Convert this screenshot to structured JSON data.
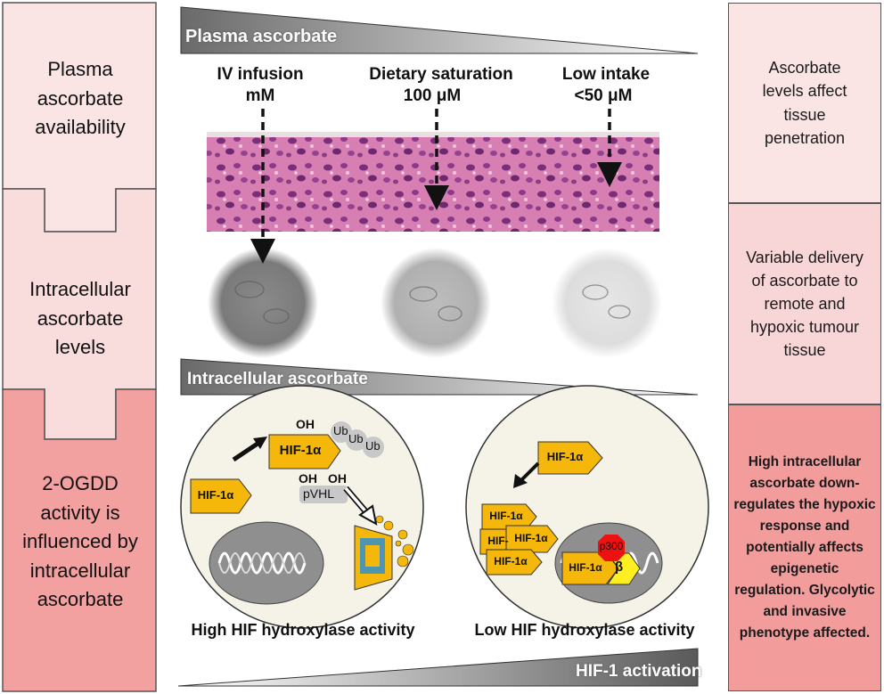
{
  "left_panel": {
    "box1": "Plasma ascorbate availability",
    "box2": "Intracellular ascorbate levels",
    "box3": "2-OGDD activity is influenced by intracellular ascorbate"
  },
  "right_panel": {
    "box1": "Ascorbate levels affect tissue penetration",
    "box2": "Variable delivery of ascorbate to remote and hypoxic tumour tissue",
    "box3": "High intracellular ascorbate down-regulates the hypoxic response and potentially affects epigenetic regulation. Glycolytic and invasive phenotype affected."
  },
  "plasma": {
    "ramp_label": "Plasma ascorbate",
    "levels": [
      {
        "label": "IV infusion",
        "value": "mM"
      },
      {
        "label": "Dietary saturation",
        "value": "100 μM"
      },
      {
        "label": "Low intake",
        "value": "<50 μM"
      }
    ]
  },
  "intracellular_ramp_label": "Intracellular ascorbate",
  "hif_activation_label": "HIF-1 activation",
  "high_cell": {
    "caption": "High HIF hydroxylase activity",
    "hif": "HIF-1α",
    "oh": "OH",
    "ub": "Ub",
    "pvhl": "pVHL"
  },
  "low_cell": {
    "caption": "Low HIF hydroxylase activity",
    "hif": "HIF-1α",
    "hif_partial": "HIF-",
    "p300": "p300",
    "beta": "β"
  },
  "colors": {
    "box_light": "#fbe4e4",
    "box_mid": "#f7cfd0",
    "box_dark": "#f29c9c",
    "hif_orange": "#f5b70a",
    "p300_red": "#ee1111",
    "beta_yellow": "#ffee22"
  }
}
